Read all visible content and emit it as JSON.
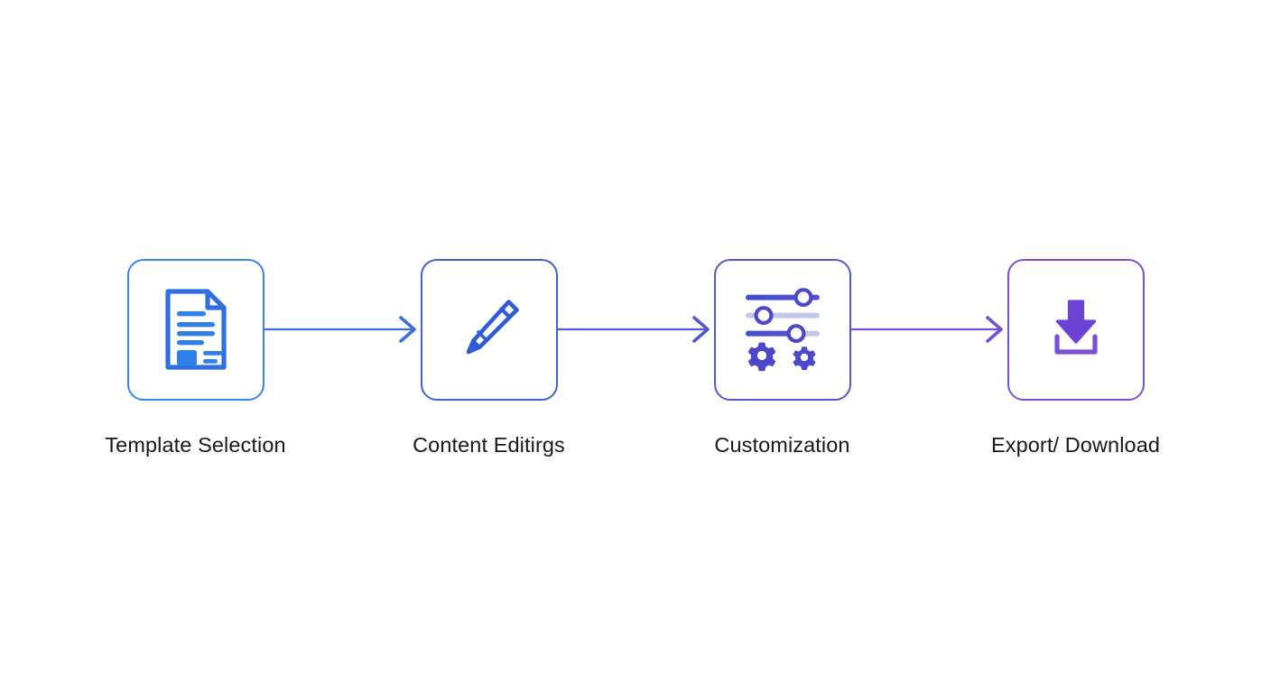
{
  "diagram": {
    "title": "Document workflow process flow",
    "type": "horizontal-process-flow",
    "background_color": "#ffffff",
    "label_color": "#18181b",
    "steps": [
      {
        "id": "template-selection",
        "order": 1,
        "label": "Template Selection",
        "icon": "document-icon",
        "border_color": "#3b82f6",
        "icon_color": "#2f6fe0",
        "icon_accent_color": "#2f7fe8"
      },
      {
        "id": "content-editing",
        "order": 2,
        "label": "Content Editirgs",
        "icon": "pencil-icon",
        "border_color": "#4060d8",
        "icon_color": "#2f5ad8",
        "icon_accent_color": "#3a66dd"
      },
      {
        "id": "customization",
        "order": 3,
        "label": "Customization",
        "icon": "sliders-gears-icon",
        "border_color": "#5458d0",
        "icon_color": "#4b49c9",
        "icon_accent_color": "#c3c6ea"
      },
      {
        "id": "export-download",
        "order": 4,
        "label": "Export/ Download",
        "icon": "download-icon",
        "border_color": "#7c4fd4",
        "icon_color": "#6b43d6",
        "icon_accent_color": "#7b4fd8"
      }
    ],
    "connectors": [
      {
        "id": "connector-1",
        "from": "template-selection",
        "to": "content-editing",
        "arrow": "arrow-right",
        "color": "#3a6fdc"
      },
      {
        "id": "connector-2",
        "from": "content-editing",
        "to": "customization",
        "arrow": "arrow-right",
        "color": "#5258d4"
      },
      {
        "id": "connector-3",
        "from": "customization",
        "to": "export-download",
        "arrow": "arrow-right",
        "color": "#7350d6"
      }
    ],
    "customization_icon_detail": {
      "sliders": [
        {
          "knob_position_pct": 78,
          "track_filled": true
        },
        {
          "knob_position_pct": 25,
          "track_filled": false
        },
        {
          "knob_position_pct": 68,
          "track_filled": true
        }
      ],
      "gear_count": 2
    }
  }
}
